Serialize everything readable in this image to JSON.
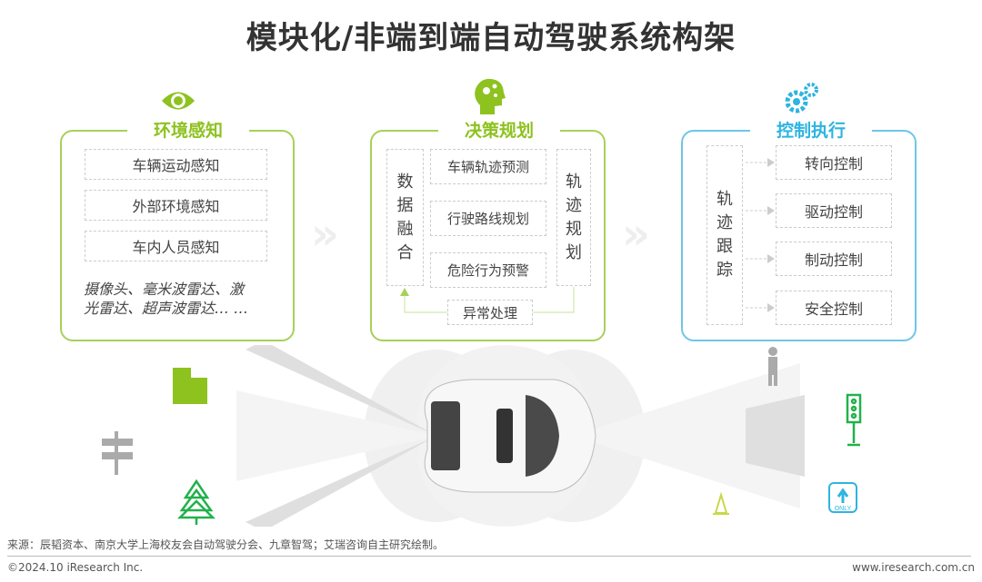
{
  "title": "模块化/非端到端自动驾驶系统构架",
  "colors": {
    "green": "#8dc21f",
    "blue": "#2eb4e0",
    "gray": "#d8d8d8"
  },
  "perception": {
    "title": "环境感知",
    "icon": "eye-icon",
    "items": [
      "车辆运动感知",
      "外部环境感知",
      "车内人员感知"
    ],
    "sensors_line1": "摄像头、毫米波雷达、激",
    "sensors_line2": "光雷达、超声波雷达… …"
  },
  "decision": {
    "title": "决策规划",
    "icon": "head-brain-icon",
    "left_vertical": [
      "数",
      "据",
      "融",
      "合"
    ],
    "items": [
      "车辆轨迹预测",
      "行驶路线规划",
      "危险行为预警"
    ],
    "right_vertical": [
      "轨",
      "迹",
      "规",
      "划"
    ],
    "exception": "异常处理"
  },
  "control": {
    "title": "控制执行",
    "icon": "gears-icon",
    "left_vertical": [
      "轨",
      "迹",
      "跟",
      "踪"
    ],
    "items": [
      "转向控制",
      "驱动控制",
      "制动控制",
      "安全控制"
    ]
  },
  "scene": {
    "sign_text": "ONLY"
  },
  "footer": {
    "source": "来源：辰韬资本、南京大学上海校友会自动驾驶分会、九章智驾；艾瑞咨询自主研究绘制。",
    "copyright": "©2024.10 iResearch Inc.",
    "website": "www.iresearch.com.cn"
  }
}
